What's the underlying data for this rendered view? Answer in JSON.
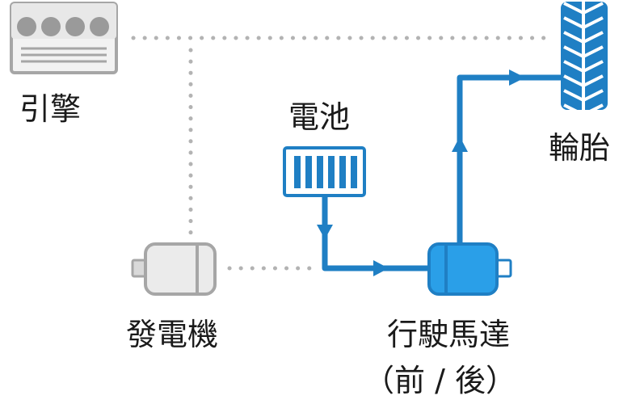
{
  "labels": {
    "engine": "引擎",
    "battery": "電池",
    "tire": "輪胎",
    "generator": "發電機",
    "drive_motor": "行駛馬達",
    "drive_motor_sub": "（前 / 後）"
  },
  "colors": {
    "active_blue": "#1f7fc4",
    "motor_fill": "#2a9fe8",
    "inactive_gray": "#a6a6a6",
    "generator_fill": "#e6e6e6",
    "text": "#1a1a1a"
  },
  "icons": {
    "engine": "engine-icon",
    "battery": "battery-icon",
    "tire": "tire-icon",
    "generator": "generator-icon",
    "drive_motor": "drive-motor-icon"
  }
}
